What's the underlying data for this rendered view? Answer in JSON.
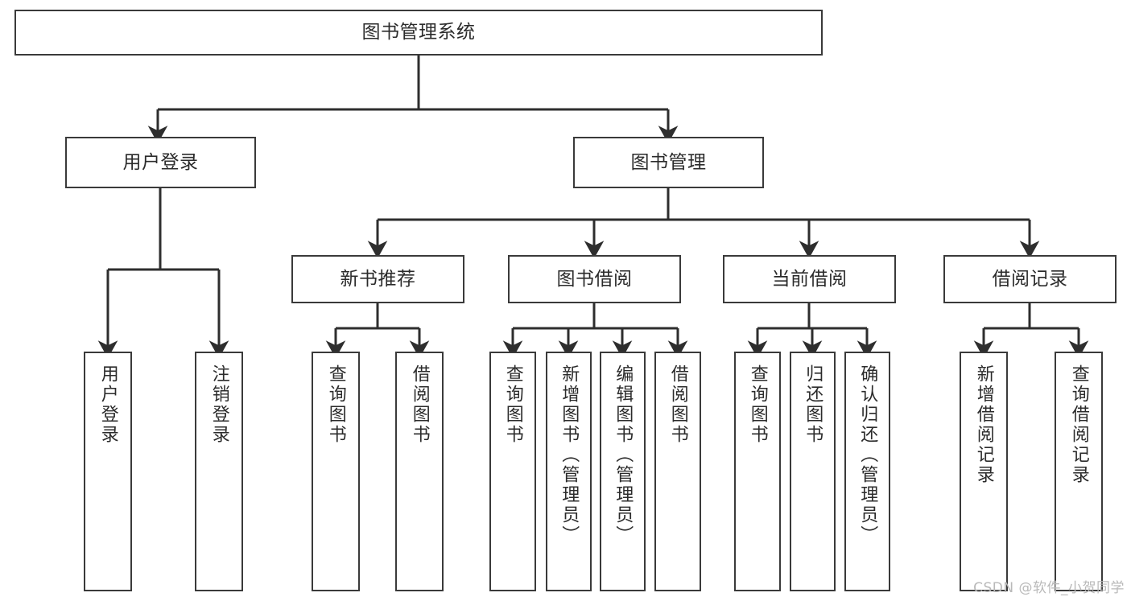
{
  "diagram": {
    "title": "图书管理系统",
    "type": "tree-hierarchy-chart",
    "colors": {
      "box_border": "#3a3a3a",
      "box_fill": "#ffffff",
      "edge": "#2e2e2e",
      "text": "#2b2b2b",
      "watermark": "#b9b9b9"
    },
    "root": {
      "id": "root",
      "label": "图书管理系统"
    },
    "level2": [
      {
        "id": "user-login",
        "label": "用户登录"
      },
      {
        "id": "book-management",
        "label": "图书管理"
      }
    ],
    "level3": [
      {
        "id": "new-book-recommend",
        "label": "新书推荐",
        "parent": "book-management"
      },
      {
        "id": "book-borrow",
        "label": "图书借阅",
        "parent": "book-management"
      },
      {
        "id": "current-borrow",
        "label": "当前借阅",
        "parent": "book-management"
      },
      {
        "id": "borrow-record",
        "label": "借阅记录",
        "parent": "book-management"
      }
    ],
    "leaves": [
      {
        "id": "leaf-user-login",
        "label": "用户登录",
        "parent": "user-login"
      },
      {
        "id": "leaf-logout",
        "label": "注销登录",
        "parent": "user-login"
      },
      {
        "id": "leaf-query-book-1",
        "label": "查询图书",
        "parent": "new-book-recommend"
      },
      {
        "id": "leaf-borrow-book-1",
        "label": "借阅图书",
        "parent": "new-book-recommend"
      },
      {
        "id": "leaf-query-book-2",
        "label": "查询图书",
        "parent": "book-borrow"
      },
      {
        "id": "leaf-add-book",
        "label": "新增图书（管理员）",
        "parent": "book-borrow"
      },
      {
        "id": "leaf-edit-book",
        "label": "编辑图书（管理员）",
        "parent": "book-borrow"
      },
      {
        "id": "leaf-borrow-book-2",
        "label": "借阅图书",
        "parent": "book-borrow"
      },
      {
        "id": "leaf-query-book-3",
        "label": "查询图书",
        "parent": "current-borrow"
      },
      {
        "id": "leaf-return-book",
        "label": "归还图书",
        "parent": "current-borrow"
      },
      {
        "id": "leaf-confirm-return",
        "label": "确认归还（管理员）",
        "parent": "current-borrow"
      },
      {
        "id": "leaf-add-record",
        "label": "新增借阅记录",
        "parent": "borrow-record"
      },
      {
        "id": "leaf-query-record",
        "label": "查询借阅记录",
        "parent": "borrow-record"
      }
    ],
    "watermark": "CSDN @软件_小贺同学"
  }
}
